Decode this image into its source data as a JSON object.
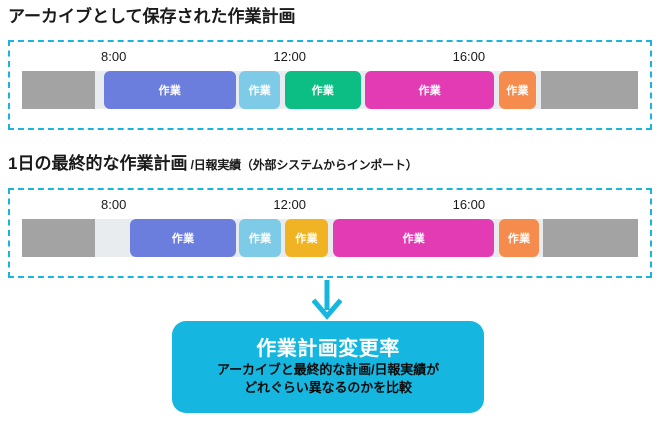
{
  "sections": [
    {
      "key": "archive",
      "title": "アーカイブとして保存された作業計画",
      "title_suffix": "",
      "ruler": {
        "labels": [
          {
            "text": "8:00",
            "left_pct": 16.2
          },
          {
            "text": "12:00",
            "left_pct": 43.7
          },
          {
            "text": "16:00",
            "left_pct": 71.7
          }
        ]
      },
      "segments": [
        {
          "name": "idle-before",
          "label": "",
          "type": "gray",
          "left_pct": 0.0,
          "width_pct": 11.8,
          "color": "#a3a3a3"
        },
        {
          "name": "task-1",
          "label": "作業",
          "type": "task",
          "left_pct": 13.3,
          "width_pct": 21.4,
          "color": "#6b7ede"
        },
        {
          "name": "task-2",
          "label": "作業",
          "type": "task",
          "left_pct": 35.3,
          "width_pct": 6.6,
          "color": "#7ecbe8"
        },
        {
          "name": "task-3",
          "label": "作業",
          "type": "task",
          "left_pct": 42.7,
          "width_pct": 12.3,
          "color": "#0cbd84"
        },
        {
          "name": "task-4",
          "label": "作業",
          "type": "task",
          "left_pct": 55.7,
          "width_pct": 21.0,
          "color": "#e33bb4"
        },
        {
          "name": "task-5",
          "label": "作業",
          "type": "task",
          "left_pct": 77.5,
          "width_pct": 5.9,
          "color": "#f58b4c"
        },
        {
          "name": "idle-after",
          "label": "",
          "type": "gray",
          "left_pct": 84.2,
          "width_pct": 15.8,
          "color": "#a3a3a3"
        }
      ]
    },
    {
      "key": "final",
      "title": "1日の最終的な作業計画",
      "title_suffix": " /日報実績（外部システムからインポート）",
      "ruler": {
        "labels": [
          {
            "text": "8:00",
            "left_pct": 16.2
          },
          {
            "text": "12:00",
            "left_pct": 43.7
          },
          {
            "text": "16:00",
            "left_pct": 71.7
          }
        ]
      },
      "segments": [
        {
          "name": "idle-before",
          "label": "",
          "type": "gray",
          "left_pct": 0.0,
          "width_pct": 11.8,
          "color": "#a3a3a3"
        },
        {
          "name": "task-1",
          "label": "作業",
          "type": "task",
          "left_pct": 17.6,
          "width_pct": 17.1,
          "color": "#6b7ede"
        },
        {
          "name": "task-2",
          "label": "作業",
          "type": "task",
          "left_pct": 35.3,
          "width_pct": 6.7,
          "color": "#7ecbe8"
        },
        {
          "name": "task-3",
          "label": "作業",
          "type": "task",
          "left_pct": 42.7,
          "width_pct": 7.0,
          "color": "#f0b323"
        },
        {
          "name": "task-4",
          "label": "作業",
          "type": "task",
          "left_pct": 50.5,
          "width_pct": 26.2,
          "color": "#e33bb4"
        },
        {
          "name": "task-5",
          "label": "作業",
          "type": "task",
          "left_pct": 77.5,
          "width_pct": 6.4,
          "color": "#f58b4c"
        },
        {
          "name": "idle-after",
          "label": "",
          "type": "gray",
          "left_pct": 84.6,
          "width_pct": 15.4,
          "color": "#a3a3a3"
        }
      ]
    }
  ],
  "flow": {
    "arrow_icon": "down-arrow-icon",
    "arrow_color": "#15b7e0"
  },
  "result": {
    "title": "作業計画変更率",
    "description_lines": [
      "アーカイブと最終的な計画/日報実績が",
      "どれぐらい異なるのかを比較"
    ],
    "box_color": "#15b7e0",
    "title_color": "#ffffff",
    "text_color": "#0a0a0a"
  },
  "theme": {
    "dashed_border_color": "#1ab4e0",
    "track_background": "#e9ecef",
    "idle_color": "#a3a3a3"
  }
}
